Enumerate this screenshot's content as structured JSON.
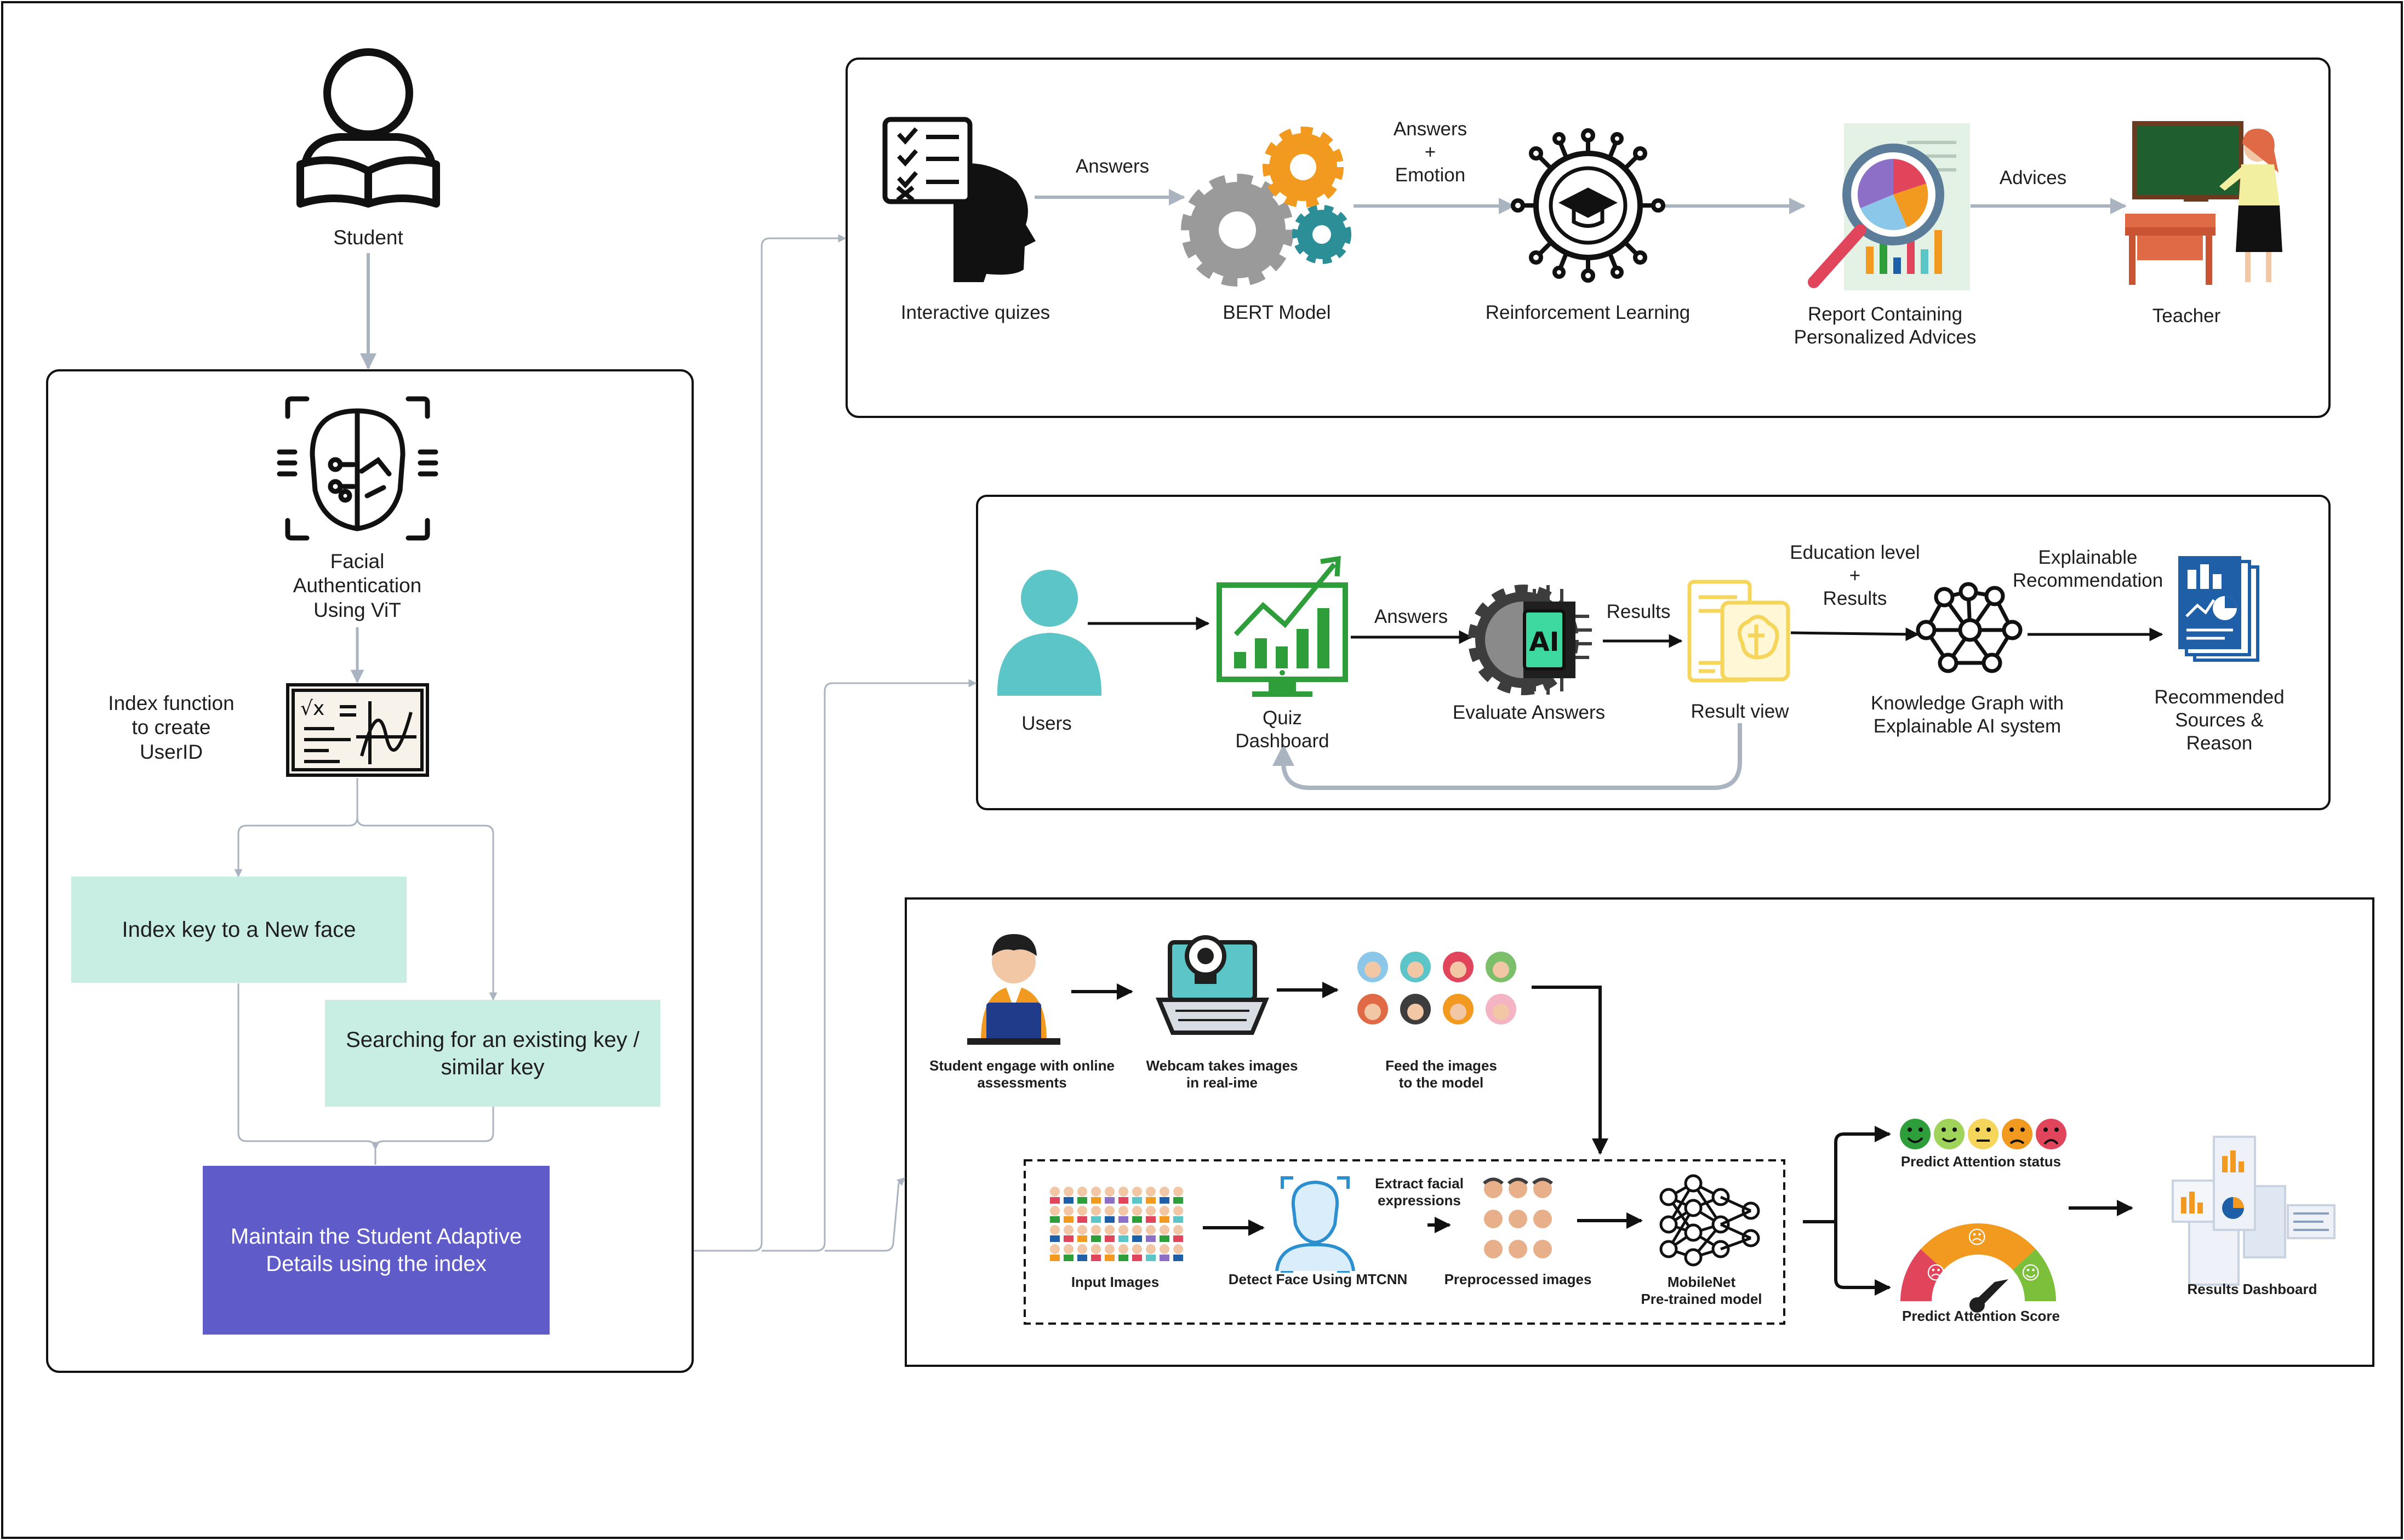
{
  "colors": {
    "connector": "#aab4c0",
    "arrow_dark": "#111111",
    "mint": "#c8ede3",
    "purple": "#5f5bc9",
    "teal": "#5bc5c7",
    "green": "#2e9e3a",
    "gear_orange": "#f29a1f",
    "gear_gray": "#9a9a9a",
    "gear_teal": "#2c8f98",
    "doc_yellow": "#f5d55a",
    "doc_blue": "#1f5fa8",
    "board_green": "#1f5e2e",
    "desk_orange": "#e06a45"
  },
  "left_panel": {
    "student_label": "Student",
    "facial_auth_label": "Facial\nAuthentication\nUsing ViT",
    "index_function_label": "Index function\nto create\nUserID",
    "new_face_box": "Index key to a New face",
    "existing_key_box": "Searching for an existing key /\nsimilar key",
    "maintain_box": "Maintain the Student Adaptive\nDetails using the index"
  },
  "top_panel": {
    "quiz_label": "Interactive quizes",
    "answers_label": "Answers",
    "bert_label": "BERT Model",
    "answers_emotion_label": "Answers\n+\nEmotion",
    "rl_label": "Reinforcement Learning",
    "report_label": "Report Containing\nPersonalized Advices",
    "advices_label": "Advices",
    "teacher_label": "Teacher"
  },
  "middle_panel": {
    "users_label": "Users",
    "quiz_dashboard_label": "Quiz\nDashboard",
    "answers_label": "Answers",
    "evaluate_label": "Evaluate Answers",
    "results_label": "Results",
    "result_view_label": "Result view",
    "education_label": "Education level\n+\nResults",
    "kg_label": "Knowledge Graph with\nExplainable AI system",
    "explainable_label": "Explainable\nRecommendation",
    "recommended_label": "Recommended\nSources &\nReason",
    "ai_chip_text": "AI"
  },
  "bottom_panel": {
    "student_engage_label": "Student  engage with online\nassessments",
    "webcam_label": "Webcam takes images\nin real-ime",
    "feed_label": "Feed the images\nto the model",
    "input_images_label": "Input Images",
    "detect_face_label": "Detect Face Using MTCNN",
    "extract_label": "Extract facial\nexpressions",
    "preprocessed_label": "Preprocessed images",
    "mobilenet_label": "MobileNet\nPre-trained model",
    "attention_status_label": "Predict Attention status",
    "attention_score_label": "Predict Attention Score",
    "results_dashboard_label": "Results Dashboard"
  }
}
